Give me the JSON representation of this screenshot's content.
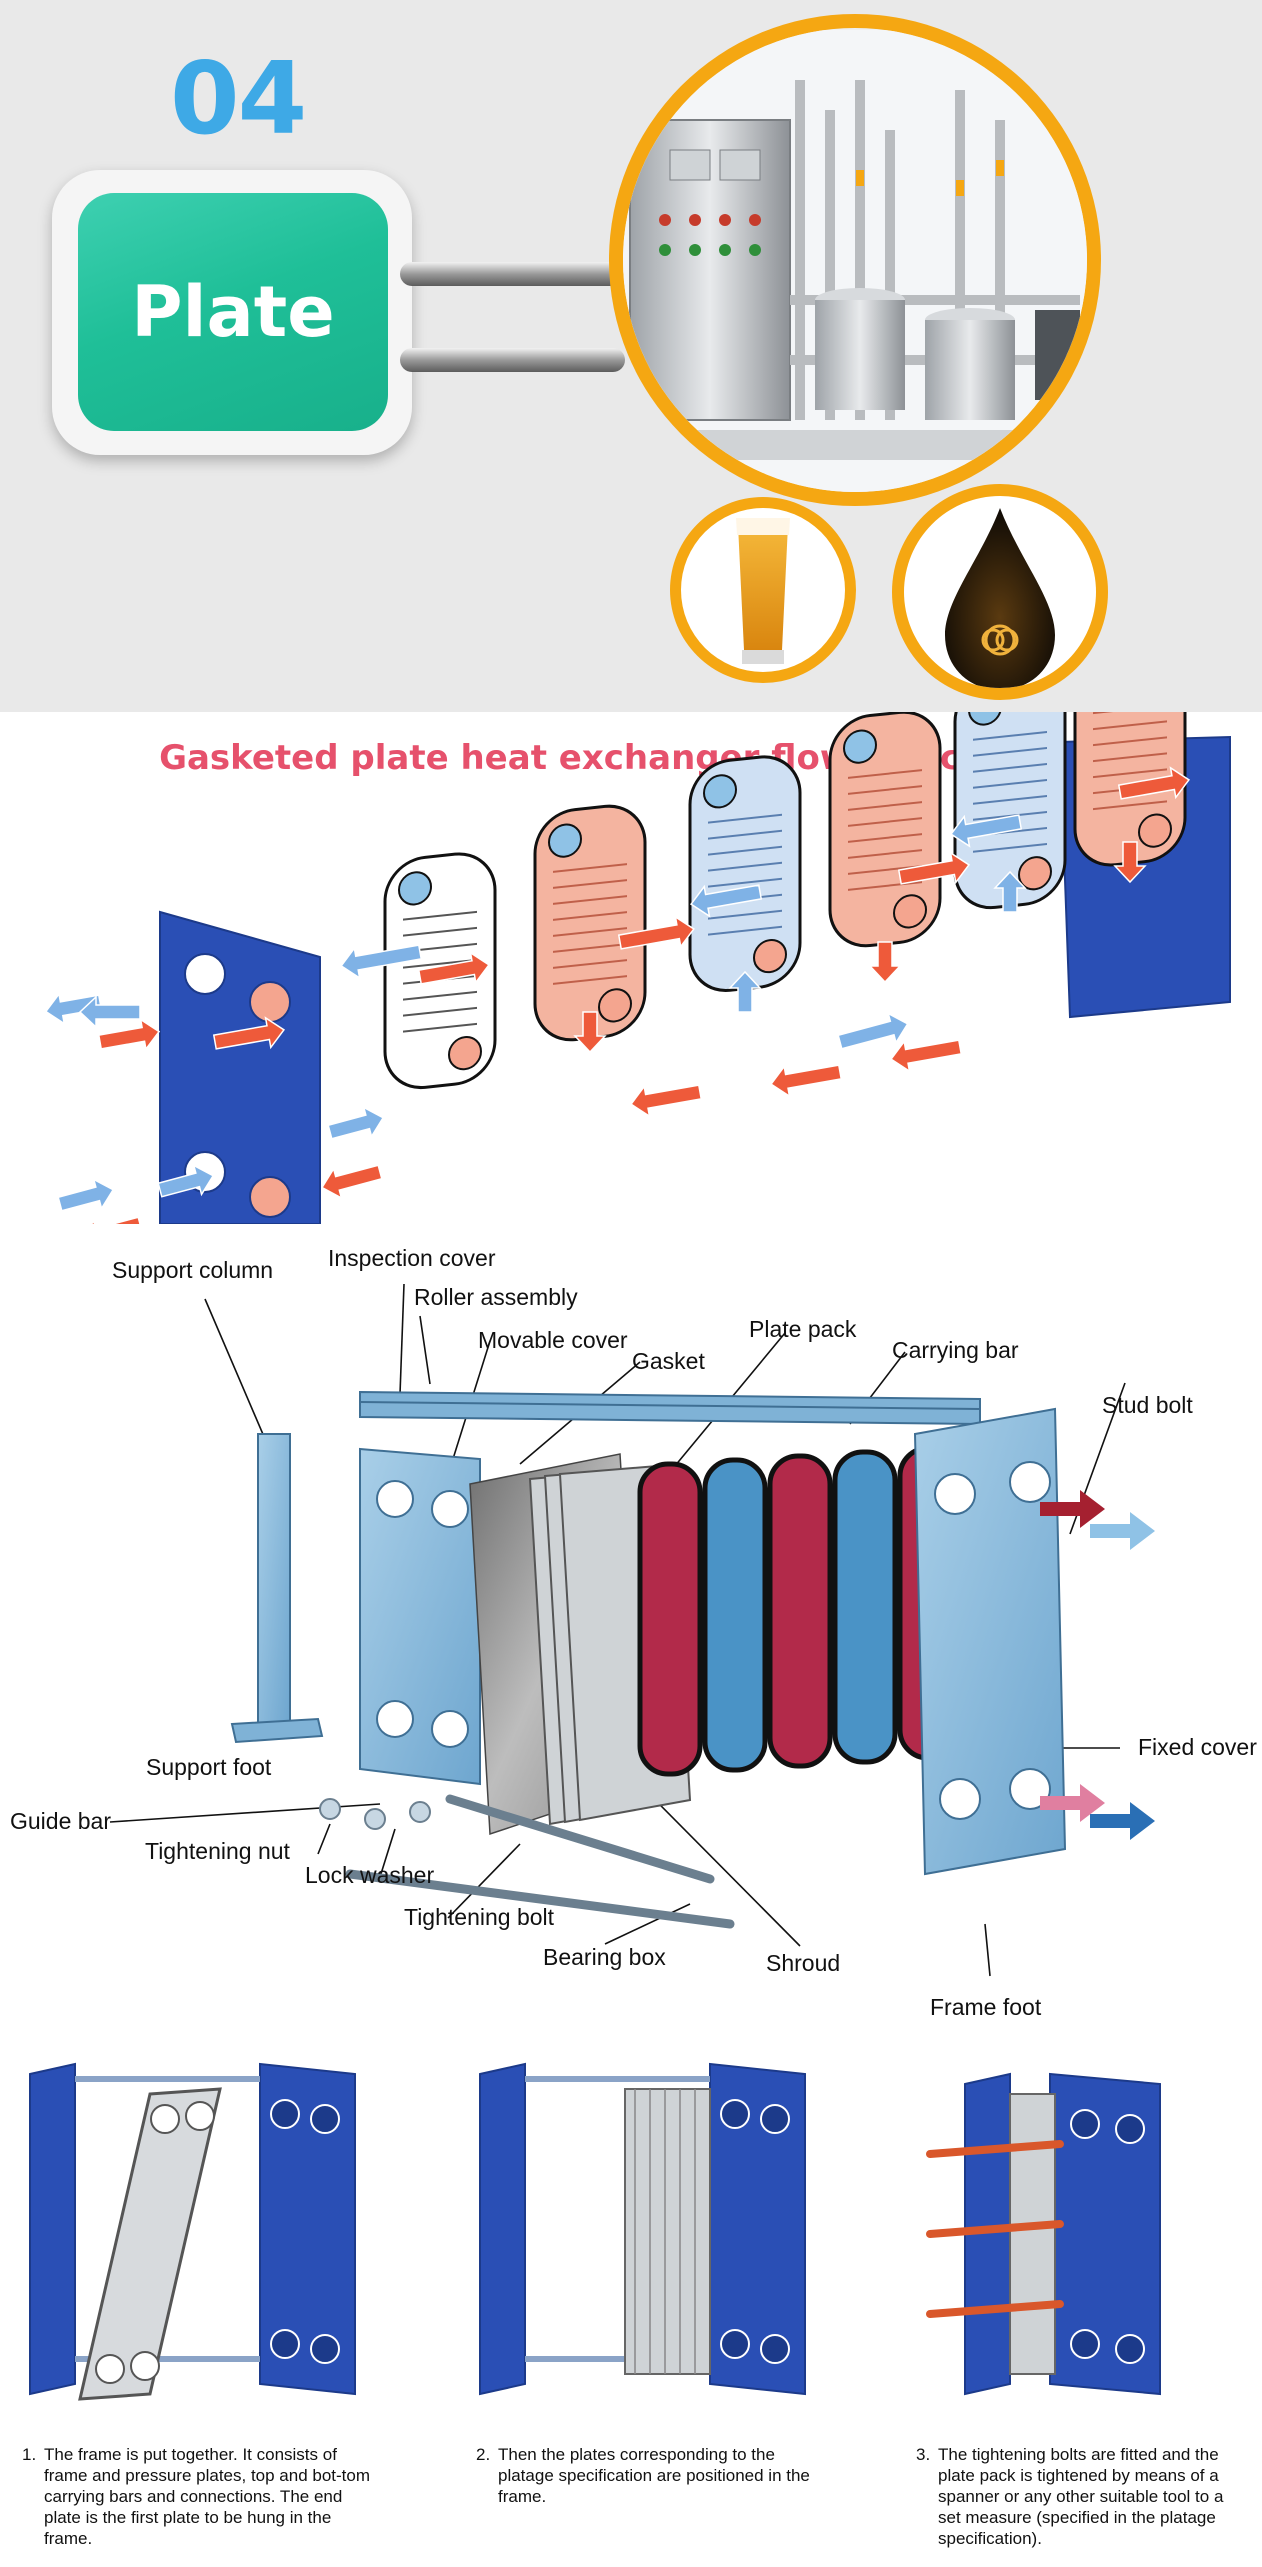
{
  "header": {
    "number": "04",
    "plate_label": "Plate"
  },
  "flow_section": {
    "title": "Gasketed plate heat exchanger flow principle"
  },
  "parts_diagram": {
    "labels": {
      "support_column": "Support column",
      "inspection_cover": "Inspection cover",
      "roller_assembly": "Roller assembly",
      "movable_cover": "Movable cover",
      "gasket": "Gasket",
      "plate_pack": "Plate pack",
      "carrying_bar": "Carrying bar",
      "stud_bolt": "Stud bolt",
      "fixed_cover": "Fixed cover",
      "support_foot": "Support foot",
      "guide_bar": "Guide bar",
      "tightening_nut": "Tightening nut",
      "lock_washer": "Lock washer",
      "tightening_bolt": "Tightening bolt",
      "bearing_box": "Bearing box",
      "shroud": "Shroud",
      "frame_foot": "Frame foot"
    }
  },
  "assembly_steps": [
    {
      "num": "1.",
      "text": "The frame is put together. It consists of frame and pressure plates, top and bot-tom carrying bars and connections. The end plate is the first plate to be hung in the frame."
    },
    {
      "num": "2.",
      "text": "Then the plates corresponding to the platage specification are positioned in the frame."
    },
    {
      "num": "3.",
      "text": "The tightening bolts are fitted and the plate pack is tightened by means of a spanner or any other suitable tool to a set measure (specified in the platage specification)."
    }
  ],
  "colors": {
    "accent_orange": "#f5a712",
    "plate_green": "#1fbf98",
    "number_blue": "#3ea9e6",
    "title_red": "#e6516c",
    "frame_blue": "#2a4fb5"
  }
}
